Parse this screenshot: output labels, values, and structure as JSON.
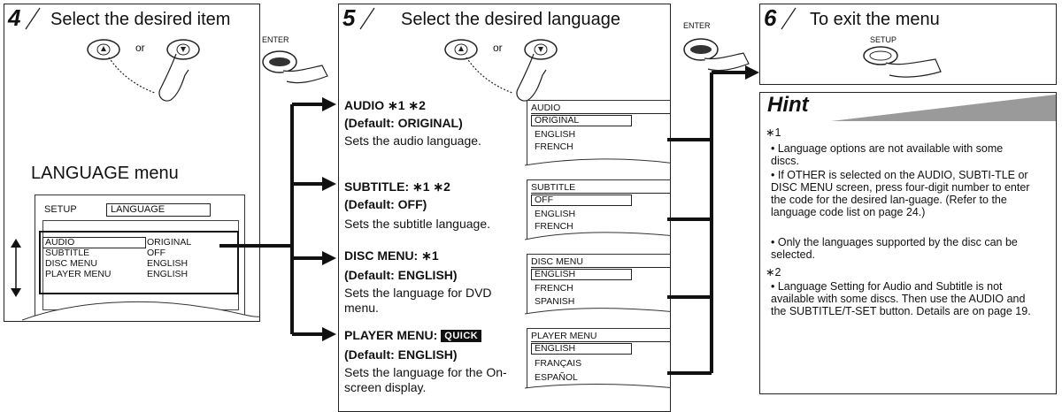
{
  "step4": {
    "number": "4",
    "title": "Select the desired item",
    "or": "or",
    "menu_title": "LANGUAGE menu",
    "setup_tab": "SETUP",
    "language_tab": "LANGUAGE",
    "rows": [
      {
        "item": "AUDIO",
        "value": "ORIGINAL"
      },
      {
        "item": "SUBTITLE",
        "value": "OFF"
      },
      {
        "item": "DISC MENU",
        "value": "ENGLISH"
      },
      {
        "item": "PLAYER MENU",
        "value": "ENGLISH"
      }
    ]
  },
  "enter_label": "ENTER",
  "step5": {
    "number": "5",
    "title": "Select the desired language",
    "or": "or",
    "sections": [
      {
        "head": "AUDIO ∗1 ∗2",
        "default": "(Default: ORIGINAL)",
        "desc": "Sets the audio language.",
        "menu": {
          "title": "AUDIO",
          "items": [
            "ORIGINAL",
            "ENGLISH",
            "FRENCH"
          ]
        }
      },
      {
        "head": "SUBTITLE: ∗1 ∗2",
        "default": "(Default: OFF)",
        "desc": "Sets the subtitle language.",
        "menu": {
          "title": "SUBTITLE",
          "items": [
            "OFF",
            "ENGLISH",
            "FRENCH"
          ]
        }
      },
      {
        "head": "DISC MENU: ∗1",
        "default": "(Default: ENGLISH)",
        "desc": "Sets the language for DVD menu.",
        "menu": {
          "title": "DISC MENU",
          "items": [
            "ENGLISH",
            "FRENCH",
            "SPANISH"
          ]
        }
      },
      {
        "head": "PLAYER MENU:",
        "badge": "QUICK",
        "default": "(Default: ENGLISH)",
        "desc": "Sets the language for the On-screen display.",
        "menu": {
          "title": "PLAYER MENU",
          "items": [
            "ENGLISH",
            "FRANÇAIS",
            "ESPAÑOL"
          ]
        }
      }
    ]
  },
  "step6": {
    "number": "6",
    "title": "To exit the menu",
    "setup_label": "SETUP"
  },
  "hint": {
    "title": "Hint",
    "note1": "∗1",
    "bullets1": [
      "• Language options are not available with some discs.",
      "• If OTHER is selected on the AUDIO, SUBTI-TLE or DISC MENU screen, press four-digit number to enter the code for the desired lan-guage. (Refer to the language code list on page 24.)",
      "• Only the languages supported by the disc can be selected."
    ],
    "note2": "∗2",
    "bullets2": [
      "• Language Setting for Audio and Subtitle is not  available with some discs. Then use the AUDIO and the SUBTITLE/T-SET button. Details are on page 19."
    ]
  },
  "colors": {
    "ink": "#111111",
    "hint_bar": "#9a9a9a"
  },
  "icons": [
    "up-button-icon",
    "down-button-icon",
    "hand-icon",
    "enter-button-icon",
    "setup-button-icon",
    "arrow-icon"
  ]
}
